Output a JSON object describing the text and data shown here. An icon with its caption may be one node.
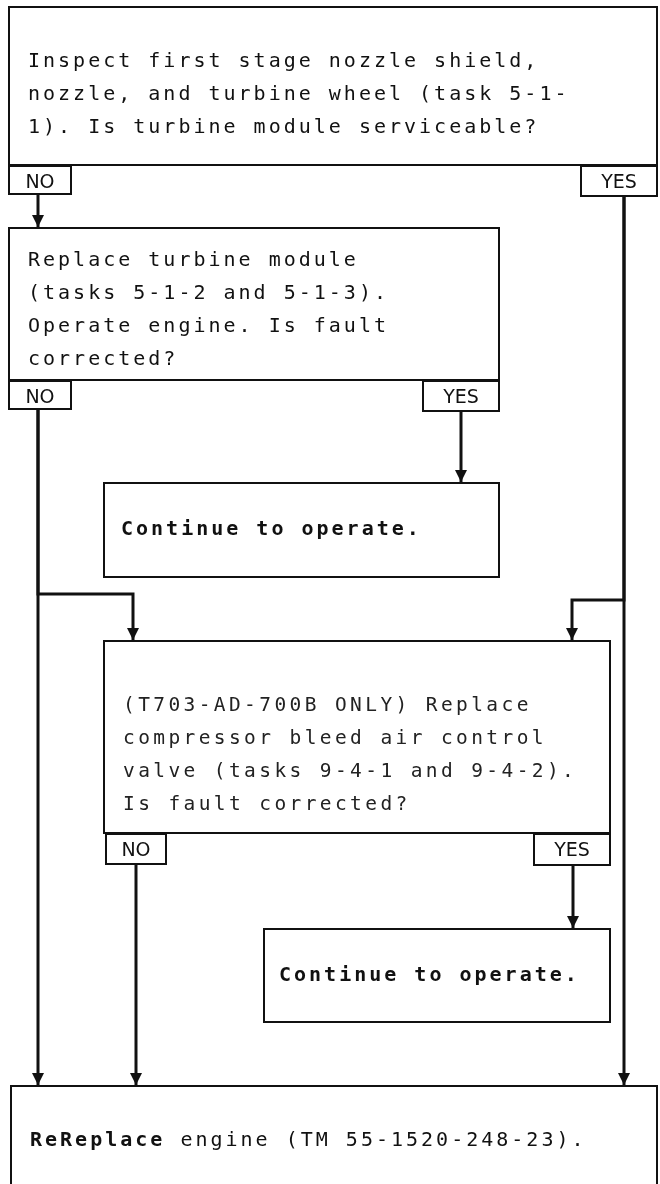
{
  "diagram": {
    "nodes": [
      {
        "text": [
          "Inspect first stage nozzle shield, nozzle, and turbine wheel (task 5-1- 1). Is turbine module serviceable?"
        ]
      },
      {
        "text": [
          "NO"
        ]
      },
      {
        "text": [
          "YES"
        ]
      },
      {
        "text": [
          "Replace turbine module (tasks 5-1-2 and 5-1-3). Operate engine. Is fault corrected?"
        ]
      },
      {
        "text": [
          "NO"
        ]
      },
      {
        "text": [
          "YES"
        ]
      },
      {
        "text": [
          "Continue to operate."
        ]
      },
      {
        "text": [
          "(T703-AD-700B ONLY) Replace compressor bleed air control valve (tasks 9-4-1 and 9-4-2). Is fault corrected?"
        ]
      },
      {
        "text": [
          "NO"
        ]
      },
      {
        "text": [
          "YES"
        ]
      },
      {
        "text": [
          "Continue to operate."
        ]
      },
      {
        "text": [
          "**ReReplace** engine (TM 55-1520-248-23)."
        ]
      }
    ],
    "edges": [
      {
        "from": 1,
        "to": 3,
        "arrow": "to"
      },
      {
        "from": 2,
        "to": 7,
        "arrow": "to"
      },
      {
        "from": 2,
        "to": 11,
        "arrow": "to"
      },
      {
        "from": 4,
        "to": 7,
        "arrow": "to"
      },
      {
        "from": 4,
        "to": 11,
        "arrow": "to"
      },
      {
        "from": 5,
        "to": 6,
        "arrow": "to"
      },
      {
        "from": 8,
        "to": 11,
        "arrow": "to"
      },
      {
        "from": 9,
        "to": 10,
        "arrow": "to"
      }
    ]
  }
}
